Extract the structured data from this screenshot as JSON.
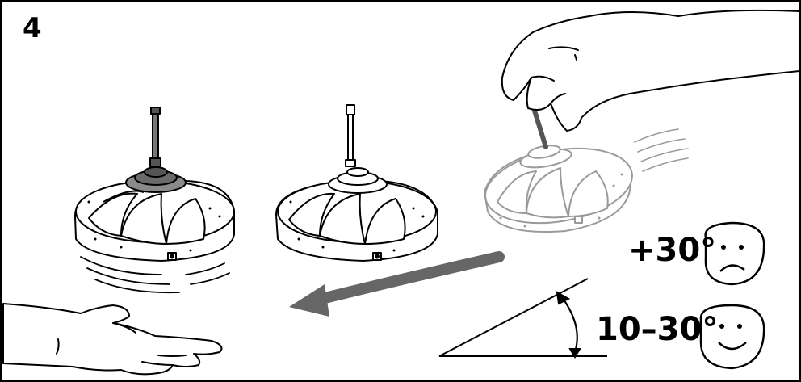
{
  "step_number": "4",
  "angles": {
    "too_steep": "+30°",
    "correct_range": "10–30°"
  },
  "colors": {
    "outline": "#000000",
    "arrow": "#666666",
    "faded_outline": "#9a9a9a",
    "hub_dark": "#555555",
    "hub_light": "#bdbdbd",
    "background": "#ffffff"
  },
  "icons": {
    "sad_face": "sad-face-icon",
    "happy_face": "happy-face-icon"
  }
}
